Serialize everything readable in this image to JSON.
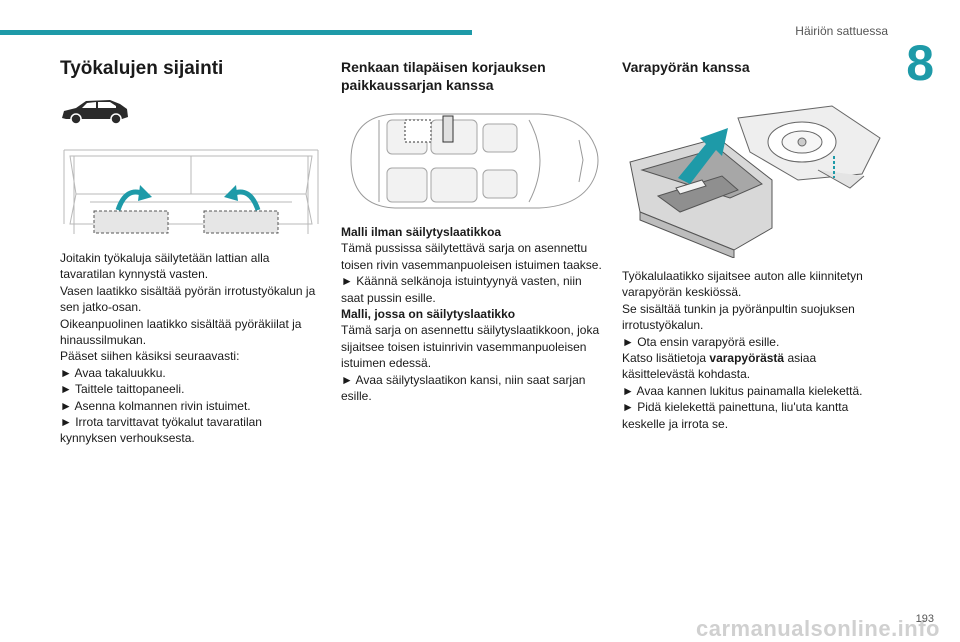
{
  "header": {
    "section_title": "Häiriön sattuessa",
    "chapter_number": "8"
  },
  "col1": {
    "title": "Työkalujen sijainti",
    "lines": [
      "Joitakin työkaluja säilytetään lattian alla",
      "tavaratilan kynnystä vasten.",
      "Vasen laatikko sisältää pyörän irrotustyökalun ja",
      "sen jatko-osan.",
      "Oikeanpuolinen laatikko sisältää pyöräkiilat ja",
      "hinaussilmukan.",
      "Pääset siihen käsiksi seuraavasti:",
      "► Avaa takaluukku.",
      "► Taittele taittopaneeli.",
      "► Asenna kolmannen rivin istuimet.",
      "► Irrota tarvittavat työkalut tavaratilan",
      "kynnyksen verhouksesta."
    ]
  },
  "col2": {
    "title_line1": "Renkaan tilapäisen korjauksen",
    "title_line2": "paikkaussarjan kanssa",
    "sub1": "Malli ilman säilytyslaatikkoa",
    "lines1": [
      "Tämä pussissa säilytettävä sarja on asennettu",
      "toisen rivin vasemmanpuoleisen istuimen taakse.",
      "► Käännä selkänoja istuintyynyä vasten, niin",
      "saat pussin esille."
    ],
    "sub2": "Malli, jossa on säilytyslaatikko",
    "lines2": [
      "Tämä sarja on asennettu säilytyslaatikkoon, joka",
      "sijaitsee toisen istuinrivin vasemmanpuoleisen",
      "istuimen edessä.",
      "► Avaa säilytyslaatikon kansi, niin saat sarjan",
      "esille."
    ]
  },
  "col3": {
    "title": "Varapyörän kanssa",
    "lines_a": [
      "Työkalulaatikko sijaitsee auton alle kiinnitetyn",
      "varapyörän keskiössä.",
      "Se sisältää tunkin ja pyöränpultin suojuksen",
      "irrotustyökalun.",
      "► Ota ensin varapyörä esille."
    ],
    "ref_before": "Katso lisätietoja ",
    "ref_bold": "varapyörästä",
    "ref_after": " asiaa",
    "ref_line2": "käsittelevästä kohdasta.",
    "lines_b": [
      "► Avaa kannen lukitus painamalla kielekettä.",
      "► Pidä kielekettä painettuna, liu'uta kantta",
      "keskelle ja irrota se."
    ]
  },
  "footer": {
    "page_number": "193",
    "watermark": "carmanualsonline.info"
  },
  "colors": {
    "accent": "#1e9aa8"
  },
  "icons": [
    "car-silhouette-icon",
    "rotate-arrow-icon"
  ]
}
